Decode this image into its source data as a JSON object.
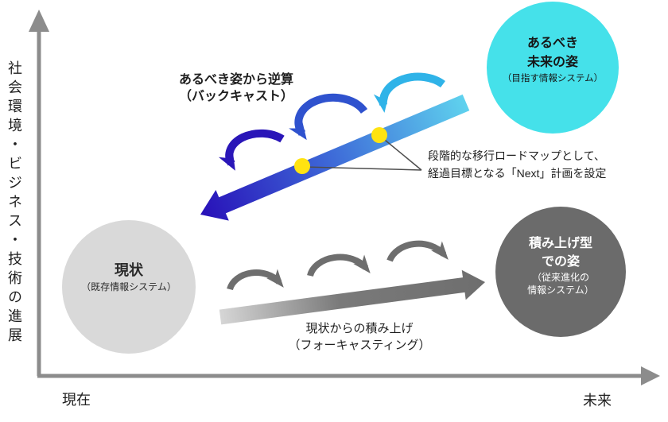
{
  "axes": {
    "y_label": "社会環境・ビジネス・技術の進展",
    "x_left_label": "現在",
    "x_right_label": "未来"
  },
  "backcast": {
    "title_line1": "あるべき姿から逆算",
    "title_line2": "（バックキャスト）"
  },
  "forecast": {
    "title_line1": "現状からの積み上げ",
    "title_line2": "（フォーキャスティング）"
  },
  "milestone_note": {
    "line1": "段階的な移行ロードマップとして、",
    "line2": "経過目標となる「Next」計画を設定"
  },
  "nodes": {
    "future": {
      "title_line1": "あるべき",
      "title_line2": "未来の姿",
      "subtitle": "（目指す情報システム）"
    },
    "current": {
      "title": "現状",
      "subtitle": "（既存情報システム）"
    },
    "incremental": {
      "title_line1": "積み上げ型",
      "title_line2": "での姿",
      "subtitle_line1": "（従来進化の",
      "subtitle_line2": "情報システム）"
    }
  },
  "colors": {
    "axis": "#8C8C8C",
    "future_circle": "#45E1EA",
    "current_circle": "#D9D9D9",
    "incremental_circle": "#6B6B6B",
    "backcast_dark": "#2810B8",
    "backcast_mid": "#3E6BD8",
    "backcast_light": "#5FD2EE",
    "arc_navy": "#2A16B8",
    "arc_blue": "#2F52CE",
    "arc_cyan": "#2FB3E8",
    "forecast_dark": "#6E6E6E",
    "forecast_mid": "#7A7A7A",
    "forecast_light": "#D6D6D6",
    "milestone_dot": "#FFE311",
    "connector": "#4D4D4D"
  }
}
